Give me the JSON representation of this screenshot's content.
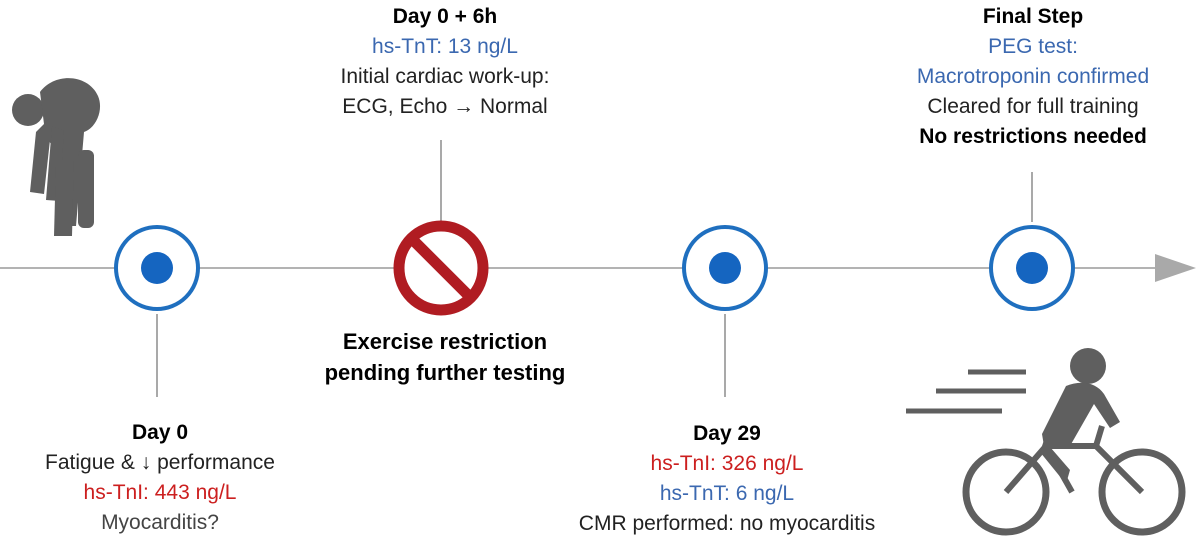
{
  "colors": {
    "axis": "#b3b3b3",
    "marker_ring": "#1f6fbf",
    "marker_dot": "#1565c0",
    "stop_sign": "#b01c22",
    "figure": "#5f5f5f",
    "value_blue": "#3b68b0",
    "value_red": "#cc1f1f"
  },
  "icons": {
    "start": "person-bent-over-icon",
    "end": "cyclist-icon",
    "restriction": "no-entry-icon"
  },
  "events": {
    "day0": {
      "title": "Day 0",
      "line1": "Fatigue & ↓ performance",
      "troponin": "hs-TnI: 443 ng/L",
      "question": "Myocarditis?"
    },
    "day0_6h": {
      "title": "Day 0 + 6h",
      "troponin": "hs-TnT: 13 ng/L",
      "line2": "Initial cardiac work-up:",
      "line3": "ECG, Echo → Normal"
    },
    "restriction": {
      "line1": "Exercise restriction",
      "line2": "pending further testing"
    },
    "day29": {
      "title": "Day 29",
      "tni": "hs-TnI: 326 ng/L",
      "tnt": "hs-TnT: 6 ng/L",
      "line": "CMR performed: no myocarditis"
    },
    "final": {
      "title": "Final Step",
      "test": "PEG test:",
      "result": "Macrotroponin confirmed",
      "line1": "Cleared for full training",
      "line2": "No restrictions needed"
    }
  }
}
